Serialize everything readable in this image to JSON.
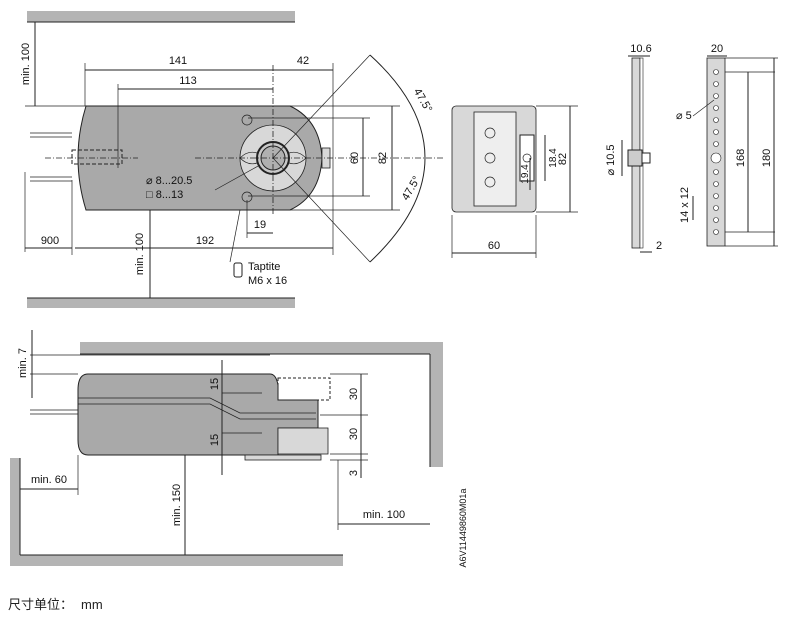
{
  "drawing": {
    "top_view": {
      "dim_141": "141",
      "dim_42": "42",
      "dim_113": "113",
      "dim_60": "60",
      "dim_82": "82",
      "angle_top": "47.5°",
      "angle_bottom": "47.5°",
      "dim_19": "19",
      "dim_900": "900",
      "dim_192": "192",
      "clear_top": "min. 100",
      "clear_bottom": "min. 100",
      "shaft_round": "⌀ 8...20.5",
      "shaft_square": "□ 8...13",
      "screw_line1": "Taptite",
      "screw_line2": "M6 x 16"
    },
    "bracket_view": {
      "dim_82": "82",
      "dim_18_4": "18.4",
      "dim_19_4": "19.4",
      "dim_60": "60"
    },
    "pin_side_view": {
      "dim_10_6": "10.6",
      "dim_10_5": "⌀ 10.5",
      "dim_2": "2"
    },
    "strip_view": {
      "dim_20": "20",
      "dim_5": "⌀ 5",
      "dim_168": "168",
      "dim_180": "180",
      "dim_14x12": "14 x 12"
    },
    "side_view": {
      "clear_top": "min. 7",
      "dim_15_upper": "15",
      "dim_15_lower": "15",
      "dim_30_upper": "30",
      "dim_30_lower": "30",
      "dim_3": "3",
      "clear_left": "min. 60",
      "clear_bottom": "min. 150",
      "clear_right": "min. 100"
    },
    "drawing_code": "A6V11449860M01a"
  },
  "footer": {
    "unit_label": "尺寸单位：",
    "unit_value": "mm"
  }
}
